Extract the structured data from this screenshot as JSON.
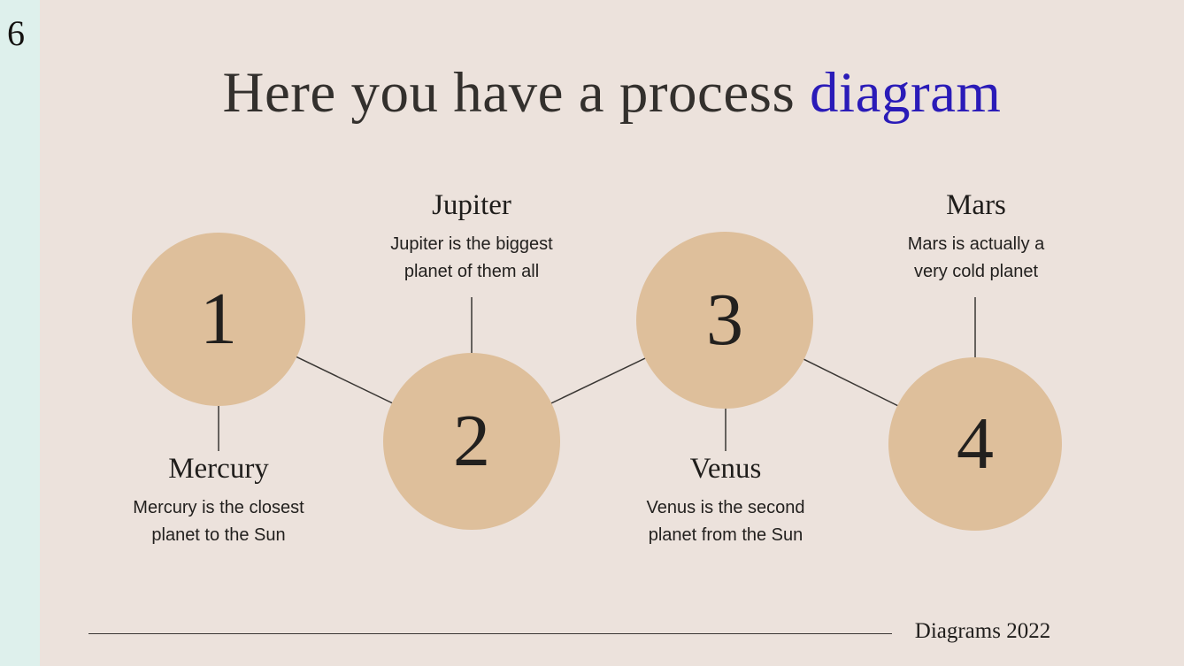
{
  "page_number": "6",
  "title": {
    "main": "Here you have a process ",
    "accent": "diagram"
  },
  "steps": [
    {
      "number": "1",
      "name": "Mercury",
      "description": "Mercury is the closest planet to the Sun",
      "label_position": "below"
    },
    {
      "number": "2",
      "name": "Jupiter",
      "description": "Jupiter is the biggest planet of them all",
      "label_position": "above"
    },
    {
      "number": "3",
      "name": "Venus",
      "description": "Venus is the second planet from the Sun",
      "label_position": "below"
    },
    {
      "number": "4",
      "name": "Mars",
      "description": "Mars is actually a very cold planet",
      "label_position": "above"
    }
  ],
  "footer": {
    "credit": "Diagrams 2022"
  },
  "colors": {
    "canvas_strip": "#def0ec",
    "slide_background": "#ece2dc",
    "circle_fill": "#debf9b",
    "title_text": "#33302d",
    "title_accent": "#2a1bb8",
    "body_text": "#211f1d",
    "line": "#3a3734"
  }
}
